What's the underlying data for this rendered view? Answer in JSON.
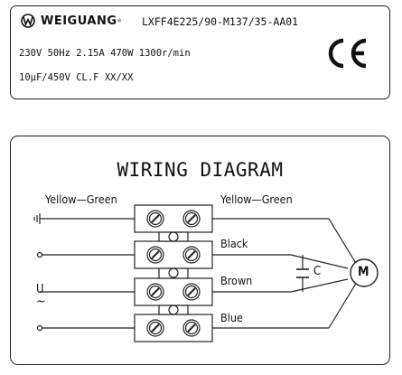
{
  "label": {
    "brand": "WEIGUANG",
    "registered_mark": "®",
    "model": "LXFF4E225/90-M137/35-AA01",
    "specs": "230V 50Hz 2.15A 470W 1300r/min",
    "capacitor_rating": "10μF/450V CL.F  XX/XX",
    "certification": "CE"
  },
  "diagram": {
    "title": "WIRING DIAGRAM",
    "left_ground_label": "Yellow—Green",
    "right_labels": [
      "Yellow—Green",
      "Black",
      "Brown",
      "Blue"
    ],
    "capacitor_label": "C",
    "motor_label": "M",
    "supply_symbol": "U",
    "ac_symbol": "~"
  }
}
